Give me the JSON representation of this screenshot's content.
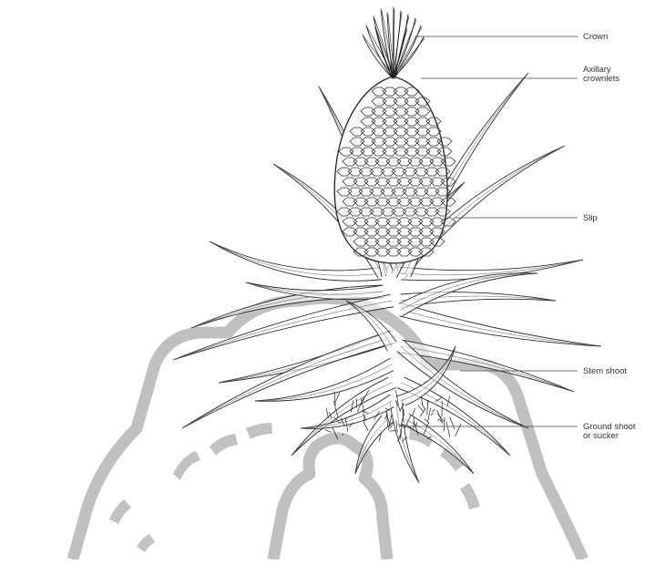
{
  "diagram": {
    "labels": {
      "crown": "Crown",
      "axillary_line1": "Axillary",
      "axillary_line2": "crownlets",
      "slip": "Slip",
      "stem_shoot": "Stem shoot",
      "ground_line1": "Ground shoot",
      "ground_line2": "or sucker"
    },
    "ink_color": "#2b2b2b",
    "leader_color": "#444444",
    "watermark_color": "#8c8c8c"
  }
}
